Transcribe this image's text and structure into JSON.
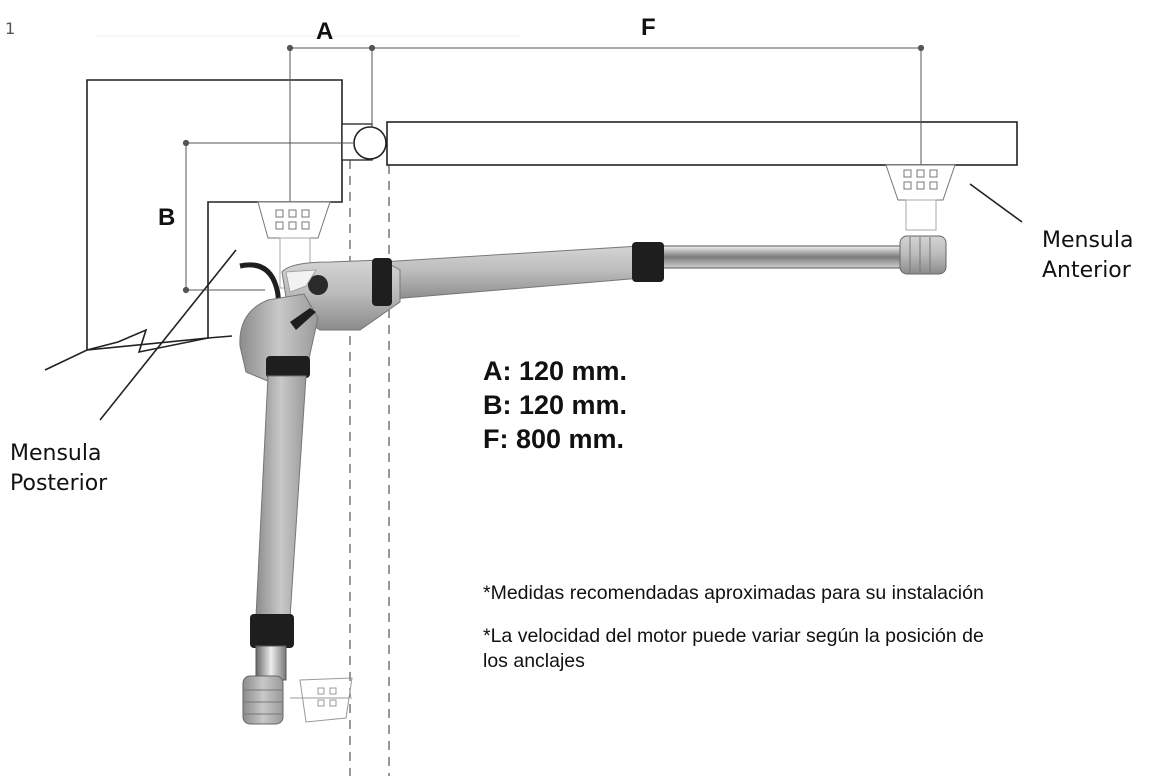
{
  "page_number": "1",
  "dimension_labels": {
    "a": "A",
    "f": "F",
    "b": "B"
  },
  "callouts": {
    "front_bracket": {
      "line1": "Mensula",
      "line2": "Anterior"
    },
    "rear_bracket": {
      "line1": "Mensula",
      "line2": "Posterior"
    }
  },
  "measurements": [
    "A: 120 mm.",
    "B: 120 mm.",
    "F: 800 mm."
  ],
  "notes": {
    "recommended": "*Medidas recomendadas aproximadas para su instalación",
    "speed_line1": "*La velocidad del motor puede variar según la posición de",
    "speed_line2": "los anclajes"
  },
  "colors": {
    "arm_gray": "#b9b9b9",
    "arm_dark": "#8e8e8e",
    "rubber_black": "#1e1e1e",
    "line": "#222222",
    "dim_line": "#555555"
  }
}
